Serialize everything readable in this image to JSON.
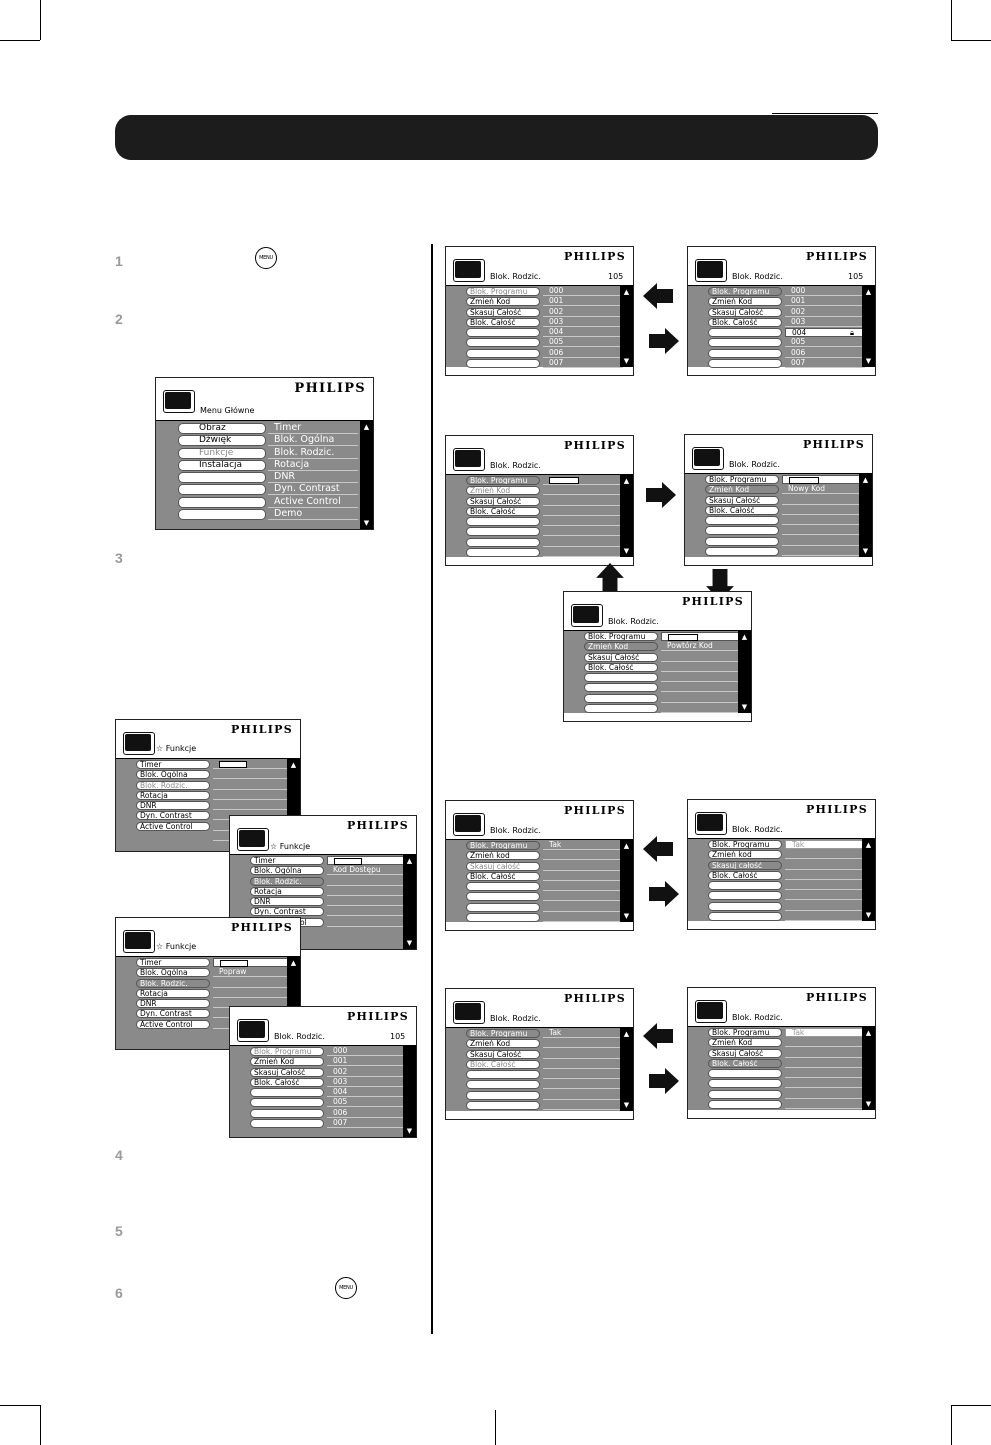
{
  "steps": [
    "1",
    "2",
    "3",
    "4",
    "5",
    "6"
  ],
  "menu_button": "MENU",
  "logo": "PHILIPS",
  "main_menu": {
    "title": "Menu Główne",
    "left": [
      "Obraz",
      "Dźwięk",
      "Funkcje",
      "Instalacja"
    ],
    "right": [
      "Timer",
      "Blok. Ogólna",
      "Blok. Rodzic.",
      "Rotacja",
      "DNR",
      "Dyn. Contrast",
      "Active Control",
      "Demo"
    ]
  },
  "funkcje": {
    "title": "Funkcje",
    "left": [
      "Timer",
      "Blok. Ogólna",
      "Blok. Rodzic.",
      "Rotacja",
      "DNR",
      "Dyn. Contrast",
      "Active Control"
    ],
    "kod": "Kod Dostępu",
    "popraw": "Popraw"
  },
  "blok": {
    "title": "Blok. Rodzic.",
    "num": "105",
    "left": [
      "Blok. Programu",
      "Zmień Kod",
      "Skasuj Całość",
      "Blok. Całość"
    ],
    "left_lc": [
      "Blok. Programu",
      "Zmień kod",
      "Skasuj całość",
      "Blok. Całość"
    ],
    "programs": [
      "000",
      "001",
      "002",
      "003",
      "004",
      "005",
      "006",
      "007"
    ],
    "nowy": "Nowy Kod",
    "powtorz": "Powtórz Kod",
    "tak": "Tak"
  },
  "colors": {
    "menu_bg": "#8a8a8a",
    "header_bar": "#1c1c1c",
    "step_number": "#9a9a9a"
  }
}
